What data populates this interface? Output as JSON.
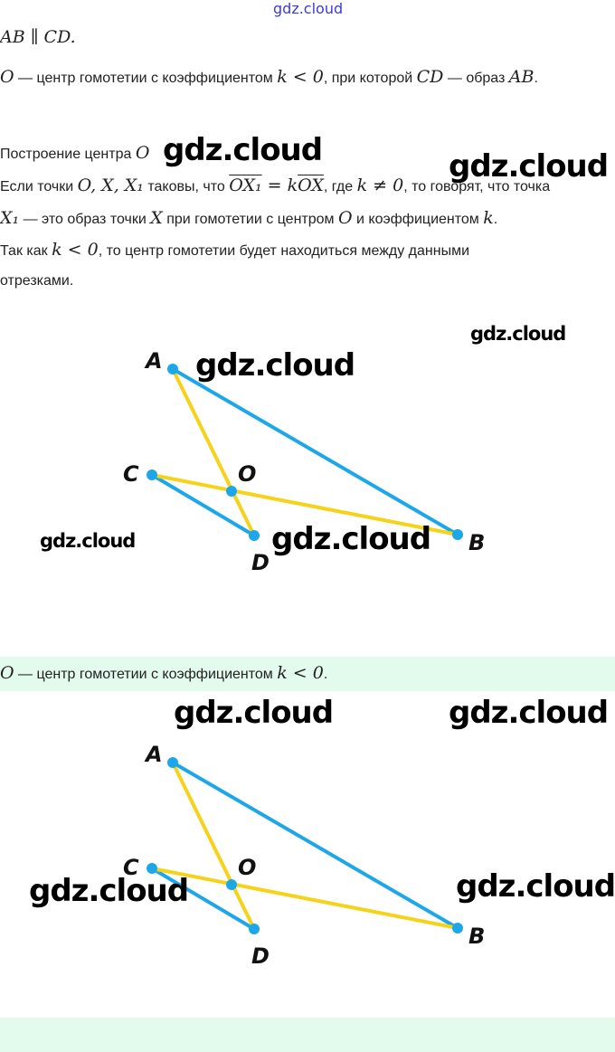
{
  "watermark": "gdz.cloud",
  "given": {
    "math": "AB ∥ CD."
  },
  "statement": {
    "o": "O",
    "t1": " — центр гомотетии с коэффициентом ",
    "k": "k < 0",
    "t2": ", при которой ",
    "cd": "CD",
    "t3": " — образ ",
    "ab": "AB",
    "end": "."
  },
  "construction": {
    "title": "Построение центра ",
    "title_o": "O",
    "l1a": "Если точки ",
    "l1m": "O, X, X₁",
    "l1b": " таковы, что ",
    "ox1": "OX₁",
    "eq": " = k",
    "ox": "OX",
    "l1c": ", где ",
    "kne": "k ≠ 0",
    "l1d": ", то говорят, что точка",
    "l2m": "X₁",
    "l2a": " — это образ точки ",
    "l2x": "X",
    "l2b": " при гомотетии с центром ",
    "l2o": "O",
    "l2c": " и коэффициентом ",
    "l2k": "k",
    "l2d": ".",
    "l3a": "Так как ",
    "l3k": "k < 0",
    "l3b": ", то центр гомотетии будет находиться между данными",
    "l4": "отрезками."
  },
  "answer": {
    "o": "O",
    "text": " — центр гомотетии с коэффициентом ",
    "k": "k < 0",
    "end": "."
  },
  "diagram": {
    "labels": {
      "A": "A",
      "B": "B",
      "C": "C",
      "D": "D",
      "O": "O"
    },
    "colors": {
      "blue": "#1ea7e8",
      "yellow": "#f5d31a"
    }
  }
}
